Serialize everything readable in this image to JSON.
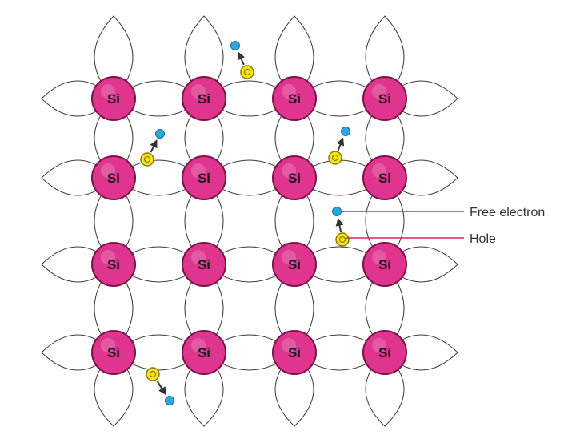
{
  "diagram": {
    "atom_symbol": "Si",
    "grid": {
      "rows": 4,
      "cols": 4
    },
    "colors": {
      "atom_fill": "#e0358f",
      "atom_stroke": "#7a1248",
      "bond_stroke": "#3a3a3a",
      "electron_fill": "#29a9df",
      "electron_stroke": "#1a6f98",
      "hole_fill": "#f5e61b",
      "hole_stroke": "#8a7a00",
      "arrow": "#333333",
      "callout_line": "#d4237a"
    },
    "electron_hole_pairs": [
      {
        "id": "pair-top",
        "direction": "up-left"
      },
      {
        "id": "pair-row1-left",
        "direction": "up-right"
      },
      {
        "id": "pair-row1-right",
        "direction": "up-right"
      },
      {
        "id": "pair-labeled",
        "direction": "up"
      },
      {
        "id": "pair-bottom",
        "direction": "down-right"
      }
    ],
    "labels": {
      "free_electron": "Free electron",
      "hole": "Hole"
    }
  }
}
